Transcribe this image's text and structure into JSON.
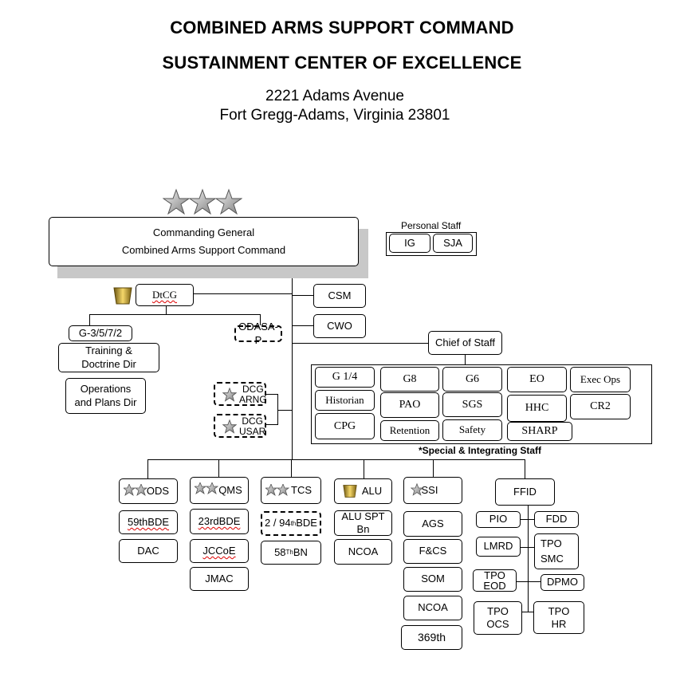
{
  "header": {
    "title1": "COMBINED ARMS SUPPORT COMMAND",
    "title2": "SUSTAINMENT CENTER OF EXCELLENCE",
    "address1": "2221 Adams Avenue",
    "address2": "Fort Gregg-Adams, Virginia 23801"
  },
  "commander": {
    "line1": "Commanding General",
    "line2": "Combined Arms Support Command",
    "stars": 3
  },
  "personal_staff": {
    "title": "Personal Staff",
    "items": [
      "IG",
      "SJA"
    ]
  },
  "dtcg": {
    "label": "DtCG",
    "subs": [
      "G-3/5/7/2",
      "ODASA-P",
      "Training & Doctrine Dir",
      "Operations and Plans Dir"
    ]
  },
  "command_staff": [
    "CSM",
    "CWO",
    "Chief of Staff"
  ],
  "dcgs": [
    {
      "line1": "DCG",
      "line2": "ARNG"
    },
    {
      "line1": "DCG",
      "line2": "USAR"
    }
  ],
  "special_staff": {
    "footer": "*Special & Integrating Staff",
    "items": [
      "G 1/4",
      "G8",
      "G6",
      "EO",
      "Exec Ops",
      "Historian",
      "PAO",
      "SGS",
      "HHC",
      "CR2",
      "CPG",
      "Retention",
      "Safety",
      "SHARP"
    ]
  },
  "columns": {
    "ods": {
      "label": "ODS",
      "items": [
        "59thBDE",
        "DAC"
      ]
    },
    "qms": {
      "label": "QMS",
      "items": [
        "23rdBDE",
        "JCCoE",
        "JMAC"
      ]
    },
    "tcs": {
      "label": "TCS",
      "items": [
        "2 / 94th BDE",
        "58Th BN"
      ]
    },
    "alu": {
      "label": "ALU",
      "items": [
        "ALU SPT Bn",
        "NCOA"
      ]
    },
    "ssi": {
      "label": "SSI",
      "items": [
        "AGS",
        "F&CS",
        "SOM",
        "NCOA",
        "369th"
      ]
    },
    "ffid": {
      "label": "FFID",
      "items": [
        "PIO",
        "FDD",
        "LMRD",
        "TPO SMC",
        "TPO EOD",
        "DPMO",
        "TPO OCS",
        "TPO HR"
      ]
    }
  },
  "colors": {
    "star": "#a9a9a9",
    "brass": "#c9a227",
    "shadow": "#c8c8c8"
  }
}
